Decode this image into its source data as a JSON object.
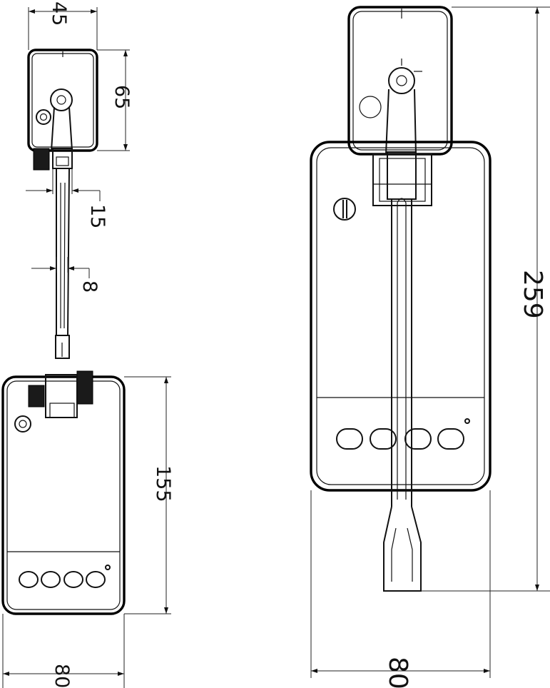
{
  "drawing": {
    "left_view": {
      "dimensions": {
        "head_width": "45",
        "head_height": "65",
        "neck_width": "15",
        "arm_width": "8",
        "base_height": "155",
        "base_width": "80"
      },
      "buttons": 4
    },
    "right_view": {
      "dimensions": {
        "total_height": "259",
        "base_width": "80"
      },
      "buttons": 4
    },
    "colors": {
      "line": "#111111",
      "background": "#ffffff"
    }
  }
}
